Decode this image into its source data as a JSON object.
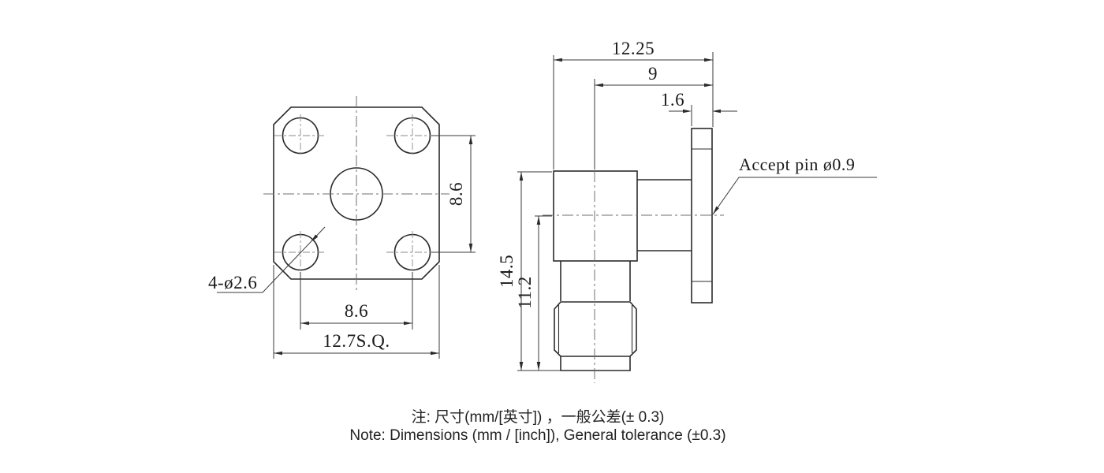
{
  "front_view": {
    "dim_hole_pitch_vertical": "8.6",
    "dim_hole_pitch_horizontal": "8.6",
    "dim_flange_square": "12.7S.Q.",
    "label_mounting_holes": "4-ø2.6"
  },
  "side_view": {
    "dim_overall_depth": "12.25",
    "dim_center_to_flange_back": "9",
    "dim_flange_thickness": "1.6",
    "dim_overall_height": "14.5",
    "dim_center_to_bottom": "11.2",
    "label_pin": "Accept pin ø0.9"
  },
  "notes": {
    "line_zh": "注: 尺寸(mm/[英寸]) ，一般公差(± 0.3)",
    "line_en": "Note: Dimensions (mm / [inch]), General tolerance (±0.3)"
  },
  "colors": {
    "outline": "#2b2b2b",
    "dimension_line": "#3a3a3a",
    "centerline": "#6f6f6f",
    "background": "#ffffff"
  }
}
